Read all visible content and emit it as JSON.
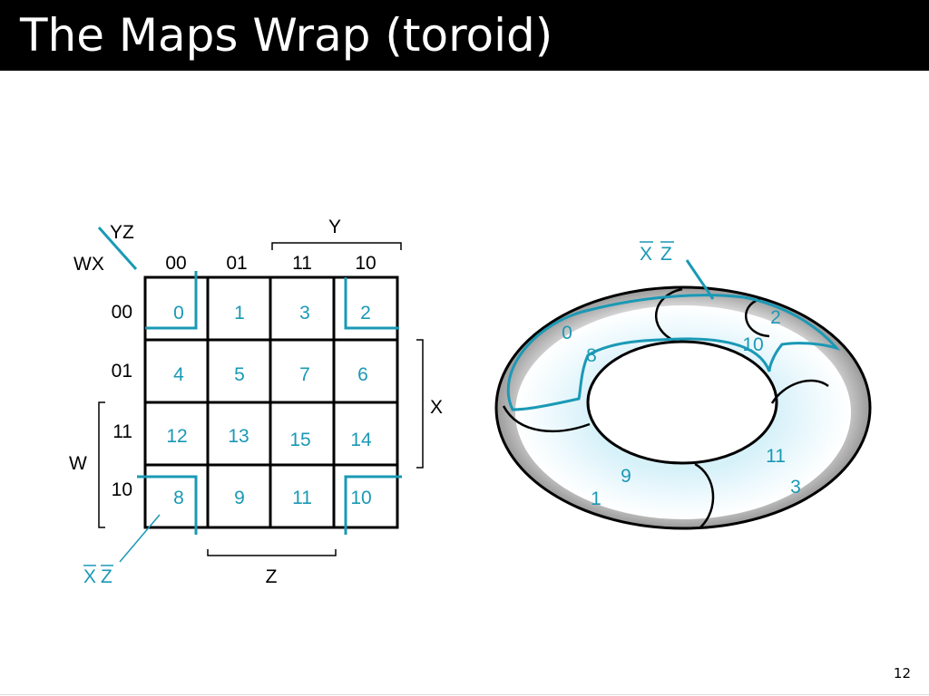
{
  "slide": {
    "title": "The Maps Wrap (toroid)",
    "page_number": "12"
  },
  "colors": {
    "accent": "#1a99b5",
    "cell_number": "#1a99b5",
    "title_bar": "#000000"
  },
  "kmap": {
    "corner_top": "YZ",
    "corner_left": "WX",
    "column_headers": [
      "00",
      "01",
      "11",
      "10"
    ],
    "row_headers": [
      "00",
      "01",
      "11",
      "10"
    ],
    "cells": [
      [
        "0",
        "1",
        "3",
        "2"
      ],
      [
        "4",
        "5",
        "7",
        "6"
      ],
      [
        "12",
        "13",
        "15",
        "14"
      ],
      [
        "8",
        "9",
        "11",
        "10"
      ]
    ],
    "label_y": "Y",
    "label_x": "X",
    "label_w": "W",
    "label_z": "Z",
    "group_label_var1": "X",
    "group_label_var2": "Z"
  },
  "torus": {
    "group_label_var1": "X",
    "group_label_var2": "Z",
    "cells": {
      "c0": "0",
      "c8": "8",
      "c2": "2",
      "c10": "10",
      "c9": "9",
      "c1": "1",
      "c11": "11",
      "c3": "3"
    }
  }
}
